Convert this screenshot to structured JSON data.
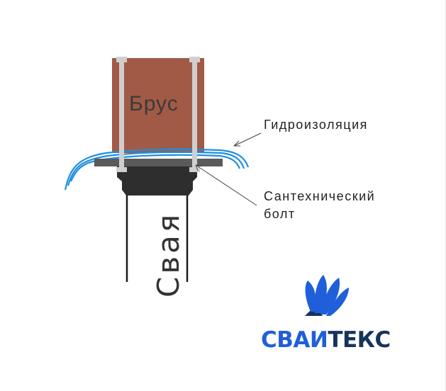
{
  "labels": {
    "beam": "Брус",
    "waterproofing": "Гидроизоляция",
    "bolt_line1": "Сантехнический",
    "bolt_line2": "болт",
    "pile": "Свая"
  },
  "logo": {
    "part1": "СВАИ",
    "part2": "ТЕКС"
  },
  "colors": {
    "beam": "#a05a45",
    "bolt": "#cfcfcf",
    "plate": "#5a5a5a",
    "head": "#2e2e2e",
    "pile_line": "#1a1a1a",
    "membrane": "#1e8fe0",
    "logo_blue": "#1f5fd9",
    "logo_dark": "#16335c"
  },
  "icons": [
    "logo-fan-icon"
  ]
}
